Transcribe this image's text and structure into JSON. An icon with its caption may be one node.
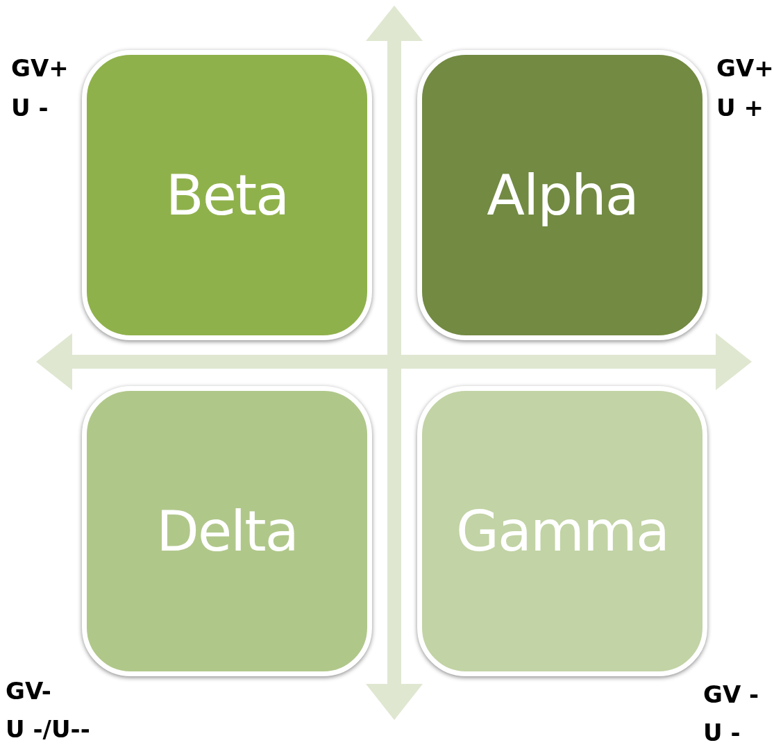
{
  "diagram": {
    "nodes": [
      {
        "text": [
          "Beta"
        ]
      },
      {
        "text": [
          "Alpha"
        ]
      },
      {
        "text": [
          "Delta"
        ]
      },
      {
        "text": [
          "Gamma"
        ]
      }
    ],
    "labels": [
      "GV+",
      "U -",
      "GV+",
      "U +",
      "GV-",
      "U -/U--",
      "GV -",
      "U -"
    ]
  }
}
